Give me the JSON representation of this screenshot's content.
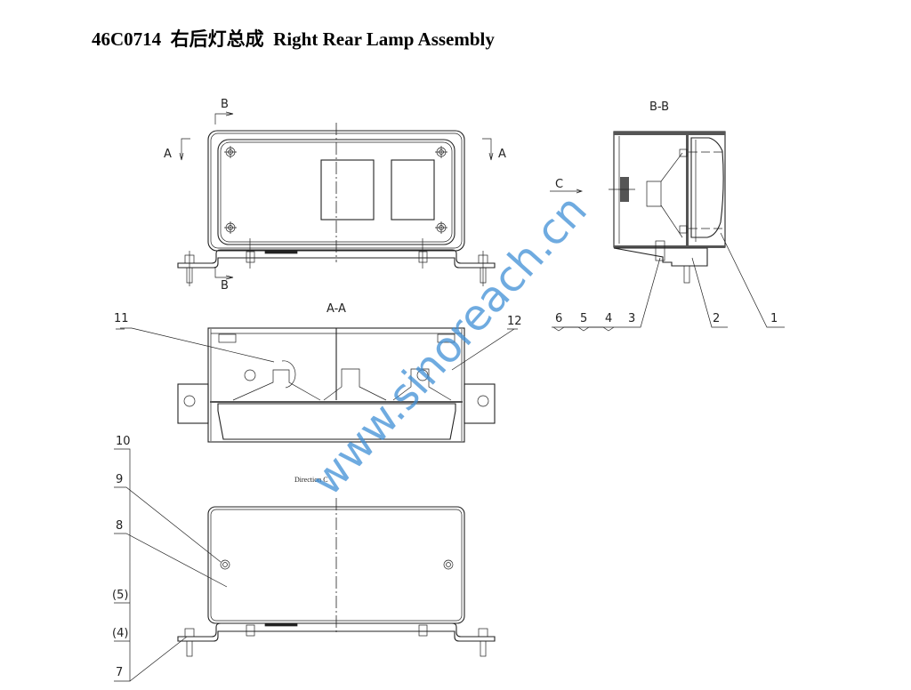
{
  "title": "46C0714  右后灯总成  Right Rear Lamp Assembly",
  "views": {
    "section_b": "B",
    "section_a": "A",
    "section_bb": "B-B",
    "arrow_c": "C",
    "section_aa": "A-A",
    "direction_c": "Direction C"
  },
  "parts": {
    "p1": "1",
    "p2": "2",
    "p3": "3",
    "p4": "4",
    "p5": "5",
    "p6": "6",
    "p7": "7",
    "p8": "8",
    "p9": "9",
    "p10": "10",
    "p11": "11",
    "p12": "12",
    "p4b": "(4)",
    "p5b": "(5)"
  },
  "watermark": "www.sinoreach.cn",
  "colors": {
    "line": "#222222",
    "watermark": "#3f8fd6"
  }
}
